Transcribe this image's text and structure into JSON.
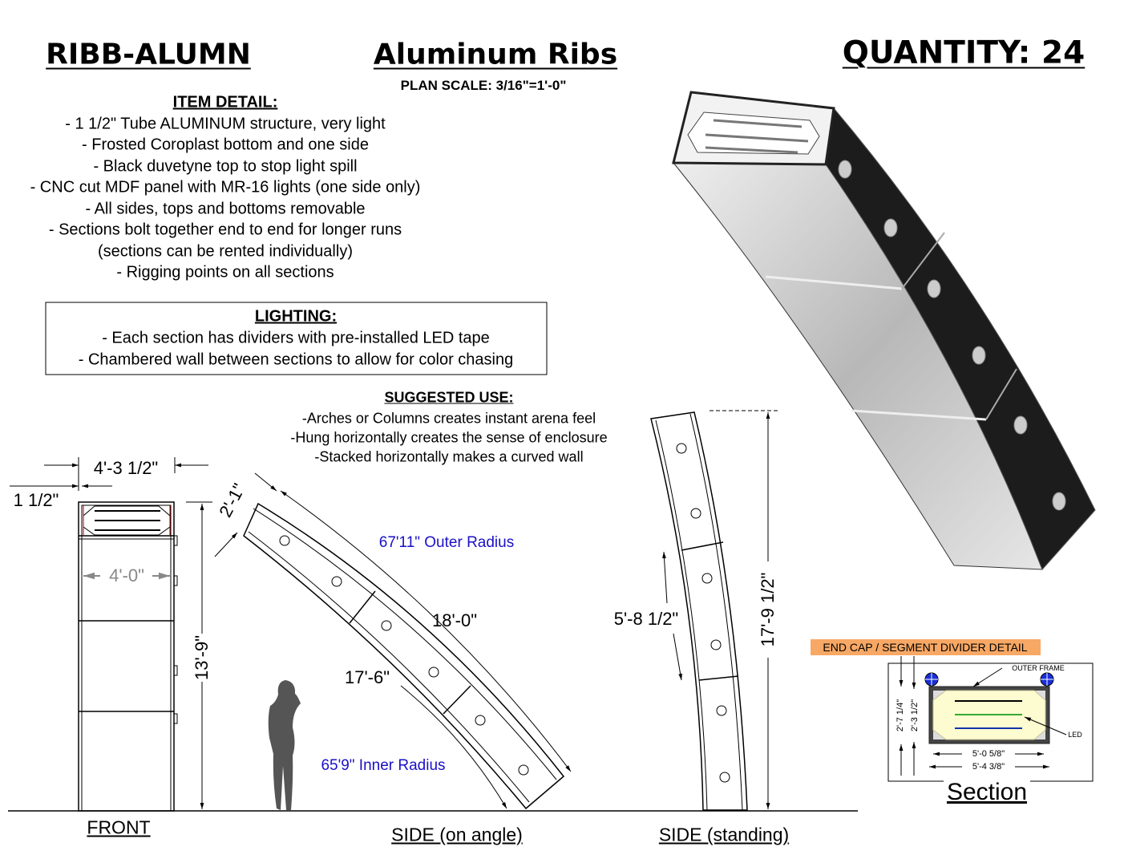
{
  "header": {
    "item_code": "RIBB-ALUMN",
    "title": "Aluminum Ribs",
    "quantity": "QUANTITY: 24",
    "scale": "PLAN  SCALE: 3/16\"=1'-0\""
  },
  "item_detail": {
    "heading": "ITEM  DETAIL:",
    "lines": [
      "- 1 1/2\"  Tube ALUMINUM structure, very light",
      "- Frosted Coroplast bottom and one side",
      "- Black duvetyne top to stop light spill",
      "- CNC cut MDF panel with MR-16 lights (one side only)",
      "- All sides, tops and bottoms removable",
      "- Sections bolt together end to end for longer runs",
      "(sections can be rented individually)",
      "- Rigging points on all sections"
    ]
  },
  "lighting": {
    "heading": "LIGHTING:",
    "lines": [
      "- Each section has dividers with  pre-installed LED tape",
      "-  Chambered wall between sections to allow for color chasing"
    ]
  },
  "suggested_use": {
    "heading": "SUGGESTED USE:",
    "lines": [
      "-Arches or  Columns creates instant arena feel",
      "-Hung horizontally creates the sense of enclosure",
      "-Stacked horizontally makes a curved wall"
    ]
  },
  "front": {
    "label": "FRONT",
    "width_outer": "4'-3 1/2\"",
    "tube": "1 1/2\"",
    "width_inner": "4'-0\"",
    "height": "13'-9\""
  },
  "side_angle": {
    "label": "SIDE (on angle)",
    "depth": "2'-1\"",
    "outer_radius": "67'11\" Outer Radius",
    "inner_radius": "65'9\" Inner Radius",
    "outer_length": "18'-0\"",
    "inner_length": "17'-6\""
  },
  "side_standing": {
    "label": "SIDE (standing)",
    "segment": "5'-8 1/2\"",
    "height": "17'-9 1/2\""
  },
  "section": {
    "title": "END CAP / SEGMENT  DIVIDER  DETAIL",
    "outer_frame": "OUTER FRAME",
    "led": "LED",
    "h_outer": "2'-7 1/4\"",
    "h_inner": "2'-3 1/2\"",
    "w_inner": "5'-0  5/8\"",
    "w_outer": "5'-4  3/8\"",
    "label": "Section",
    "highlight_color": "#f7a865"
  }
}
